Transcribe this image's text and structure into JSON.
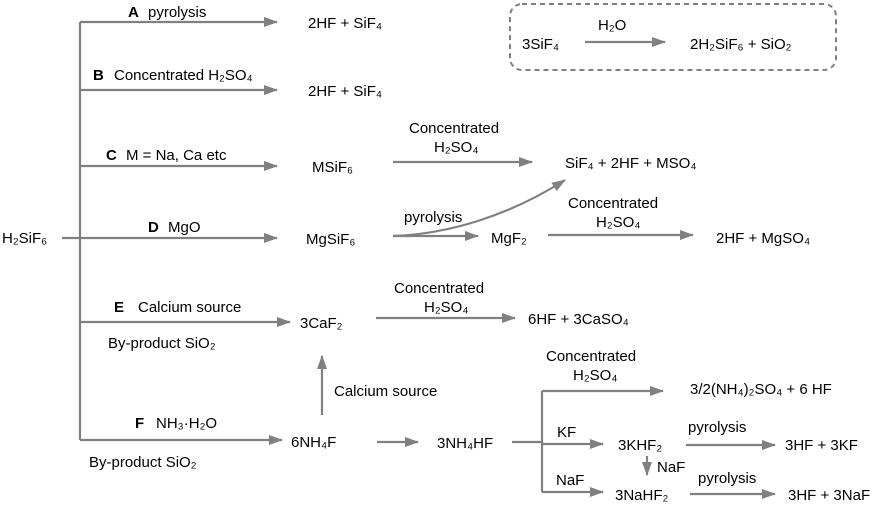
{
  "root": "H₂SiF₆",
  "box": {
    "reactant": "3SiF₄",
    "reagent": "H₂O",
    "product": "2H₂SiF₆ + SiO₂"
  },
  "routes": [
    {
      "letter": "A",
      "condition": "pyrolysis",
      "product": "2HF + SiF₄"
    },
    {
      "letter": "B",
      "condition": "Concentrated H₂SO₄",
      "product": "2HF + SiF₄"
    },
    {
      "letter": "C",
      "condition": "M = Na, Ca etc",
      "intermediate": "MSiF₆",
      "step_line1": "Concentrated",
      "step_line2": "H₂SO₄",
      "product": "SiF₄ + 2HF + MSO₄"
    },
    {
      "letter": "D",
      "condition": "MgO",
      "intermediate": "MgSiF₆",
      "step1": "pyrolysis",
      "mid": "MgF₂",
      "step2_line1": "Concentrated",
      "step2_line2": "H₂SO₄",
      "product": "2HF + MgSO₄"
    },
    {
      "letter": "E",
      "condition": "Calcium source",
      "sub": "By-product SiO₂",
      "intermediate": "3CaF₂",
      "step_line1": "Concentrated",
      "step_line2": "H₂SO₄",
      "product": "6HF + 3CaSO₄"
    },
    {
      "letter": "F",
      "condition": "NH₃·H₂O",
      "sub": "By-product SiO₂",
      "intermediate": "6NH₄F",
      "up_label": "Calcium source",
      "mid": "3NH₄HF",
      "branch1_line1": "Concentrated",
      "branch1_line2": "H₂SO₄",
      "branch1_product": "3/2(NH₄)₂SO₄ + 6 HF",
      "branch2_reagent": "KF",
      "branch2_mid": "3KHF₂",
      "branch2_step": "pyrolysis",
      "branch2_product": "3HF + 3KF",
      "down_label": "NaF",
      "branch3_reagent": "NaF",
      "branch3_mid": "3NaHF₂",
      "branch3_step": "pyrolysis",
      "branch3_product": "3HF + 3NaF"
    }
  ]
}
